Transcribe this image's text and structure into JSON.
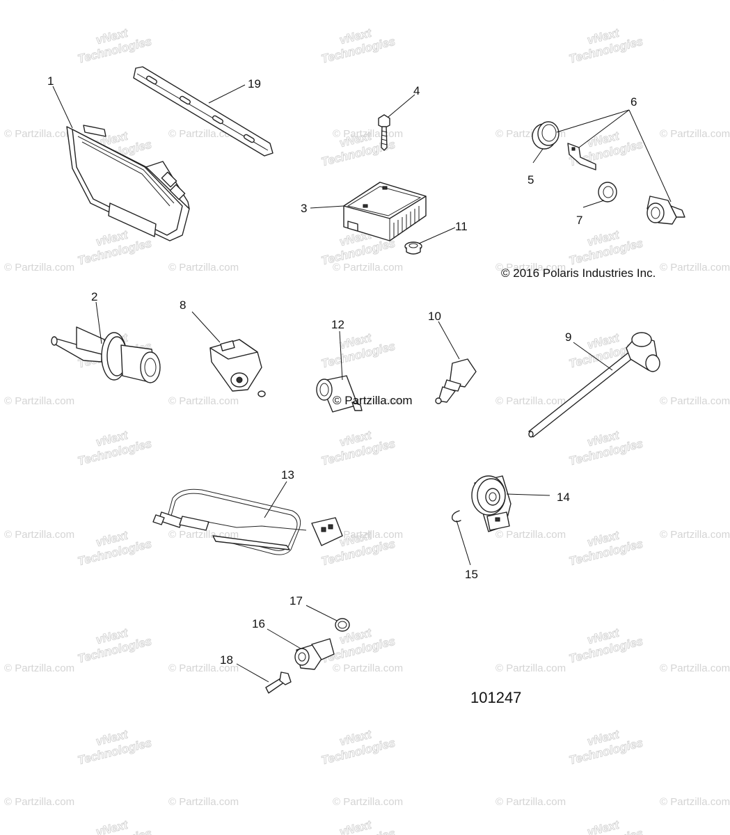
{
  "diagram": {
    "copyright": "© 2016 Polaris Industries Inc.",
    "center_watermark": "© Partzilla.com",
    "figure_number": "101247",
    "parts": [
      {
        "label": "1",
        "icon": "ecu-module-icon"
      },
      {
        "label": "2",
        "icon": "temperature-sensor-icon"
      },
      {
        "label": "3",
        "icon": "relay-box-icon"
      },
      {
        "label": "4",
        "icon": "screw-icon"
      },
      {
        "label": "5",
        "icon": "rubber-cap-icon"
      },
      {
        "label": "6",
        "icon": "sensor-kit-icon"
      },
      {
        "label": "7",
        "icon": "washer-icon"
      },
      {
        "label": "8",
        "icon": "map-sensor-icon"
      },
      {
        "label": "9",
        "icon": "probe-sensor-icon"
      },
      {
        "label": "10",
        "icon": "coolant-sensor-icon"
      },
      {
        "label": "11",
        "icon": "plug-icon"
      },
      {
        "label": "12",
        "icon": "cylinder-sensor-icon"
      },
      {
        "label": "13",
        "icon": "wire-harness-icon"
      },
      {
        "label": "14",
        "icon": "knock-sensor-icon"
      },
      {
        "label": "15",
        "icon": "clip-icon"
      },
      {
        "label": "16",
        "icon": "speed-sensor-icon"
      },
      {
        "label": "17",
        "icon": "o-ring-icon"
      },
      {
        "label": "18",
        "icon": "bolt-icon"
      },
      {
        "label": "19",
        "icon": "bracket-icon"
      }
    ]
  },
  "watermarks": {
    "partzilla": "© Partzilla.com",
    "vnext_line1": "vNext",
    "vnext_line2": "Technologies"
  }
}
